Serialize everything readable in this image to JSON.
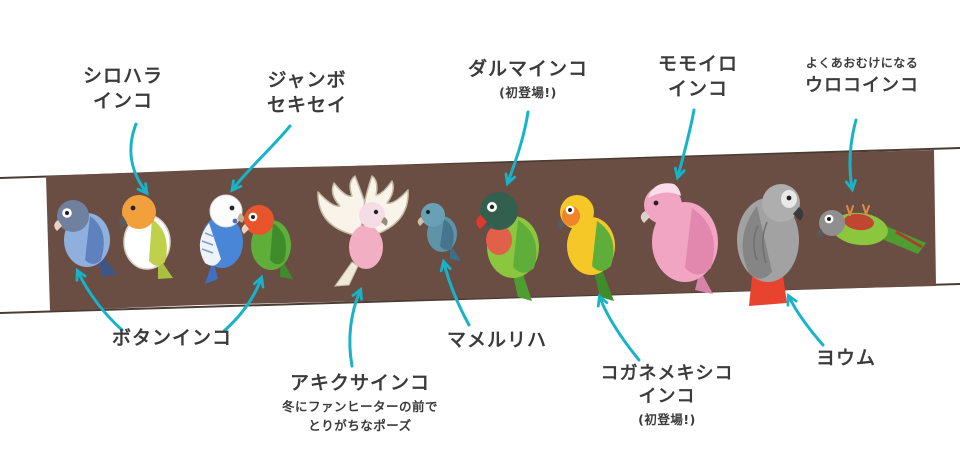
{
  "labels": {
    "shirohara": {
      "l1": "シロハラ",
      "l2": "インコ"
    },
    "jumbo": {
      "l1": "ジャンボ",
      "l2": "セキセイ"
    },
    "daruma": {
      "name": "ダルマインコ",
      "note": "(初登場!)"
    },
    "momoiro": {
      "l1": "モモイロ",
      "l2": "インコ"
    },
    "uroko": {
      "note": "よくあおむけになる",
      "name": "ウロコインコ"
    },
    "botan": {
      "name": "ボタンインコ"
    },
    "akikusa": {
      "name": "アキクサインコ",
      "note1": "冬にファンヒーターの前で",
      "note2": "とりがちなポーズ"
    },
    "mameruriha": {
      "name": "マメルリハ"
    },
    "kogane": {
      "l1": "コガネメキシコ",
      "l2": "インコ",
      "note": "(初登場!)"
    },
    "youmu": {
      "name": "ヨウム"
    }
  },
  "birds_depicted_left_to_right": [
    "ボタンインコ(ブルー)",
    "シロハラインコ",
    "ジャンボセキセイ",
    "ボタンインコ",
    "アキクサインコ",
    "マメルリハ",
    "ダルマインコ",
    "コガネメキシコインコ",
    "モモイロインコ",
    "ヨウム",
    "ウロコインコ"
  ],
  "colors": {
    "perch": "#6a4e44",
    "line": "#4a3c33",
    "arrow": "#17b3c9",
    "text": "#3b3b3b"
  }
}
